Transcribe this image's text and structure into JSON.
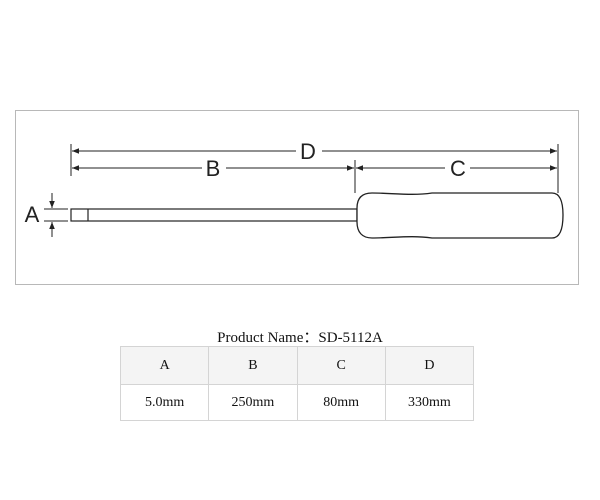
{
  "diagram": {
    "labels": {
      "a": "A",
      "b": "B",
      "c": "C",
      "d": "D"
    },
    "line_color": "#222222"
  },
  "product": {
    "label": "Product Name：",
    "name": "SD-5112A"
  },
  "spec_table": {
    "headers": [
      "A",
      "B",
      "C",
      "D"
    ],
    "values": [
      "5.0mm",
      "250mm",
      "80mm",
      "330mm"
    ]
  }
}
